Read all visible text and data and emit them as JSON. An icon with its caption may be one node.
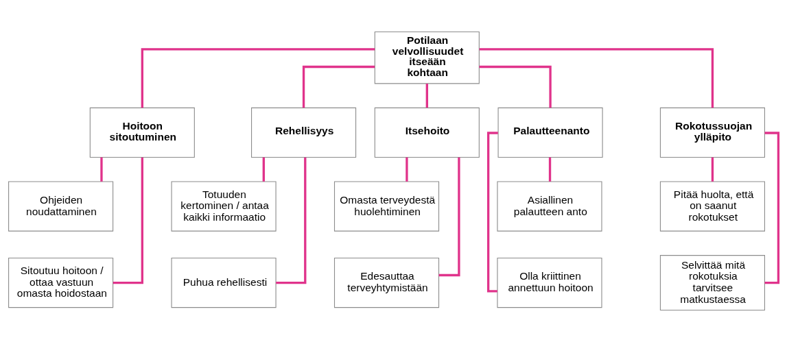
{
  "diagram": {
    "nodes": [
      {
        "text": [
          "Potilaan velvollisuudet itseään kohtaan"
        ]
      },
      {
        "text": [
          "Hoitoon sitoutuminen"
        ]
      },
      {
        "text": [
          "Rehellisyys"
        ]
      },
      {
        "text": [
          "Itsehoito"
        ]
      },
      {
        "text": [
          "Palautteenanto"
        ]
      },
      {
        "text": [
          "Rokotussuojan ylläpito"
        ]
      },
      {
        "text": [
          "Ohjeiden noudattaminen"
        ]
      },
      {
        "text": [
          "Totuuden kertominen / antaa kaikki informaatio"
        ]
      },
      {
        "text": [
          "Omasta terveydestä huolehtiminen"
        ]
      },
      {
        "text": [
          "Asiallinen palautteen anto"
        ]
      },
      {
        "text": [
          "Pitää huolta, että on saanut rokotukset"
        ]
      },
      {
        "text": [
          "Sitoutuu hoitoon / ottaa vastuun omasta hoidostaan"
        ]
      },
      {
        "text": [
          "Puhua rehellisesti"
        ]
      },
      {
        "text": [
          "Edesauttaa terveyhtymistään"
        ]
      },
      {
        "text": [
          "Olla kriittinen annettuun hoitoon"
        ]
      },
      {
        "text": [
          "Selvittää mitä rokotuksia tarvitsee matkustaessa"
        ]
      }
    ],
    "edges": [
      {
        "from": 0,
        "to": 1,
        "arrow": "none"
      },
      {
        "from": 0,
        "to": 2,
        "arrow": "none"
      },
      {
        "from": 0,
        "to": 3,
        "arrow": "none"
      },
      {
        "from": 0,
        "to": 4,
        "arrow": "none"
      },
      {
        "from": 0,
        "to": 5,
        "arrow": "none"
      },
      {
        "from": 1,
        "to": 6,
        "arrow": "none"
      },
      {
        "from": 1,
        "to": 11,
        "arrow": "none"
      },
      {
        "from": 2,
        "to": 7,
        "arrow": "none"
      },
      {
        "from": 2,
        "to": 12,
        "arrow": "none"
      },
      {
        "from": 3,
        "to": 8,
        "arrow": "none"
      },
      {
        "from": 3,
        "to": 13,
        "arrow": "none"
      },
      {
        "from": 4,
        "to": 9,
        "arrow": "none"
      },
      {
        "from": 4,
        "to": 14,
        "arrow": "none"
      },
      {
        "from": 5,
        "to": 10,
        "arrow": "none"
      },
      {
        "from": 5,
        "to": 15,
        "arrow": "none"
      }
    ]
  }
}
